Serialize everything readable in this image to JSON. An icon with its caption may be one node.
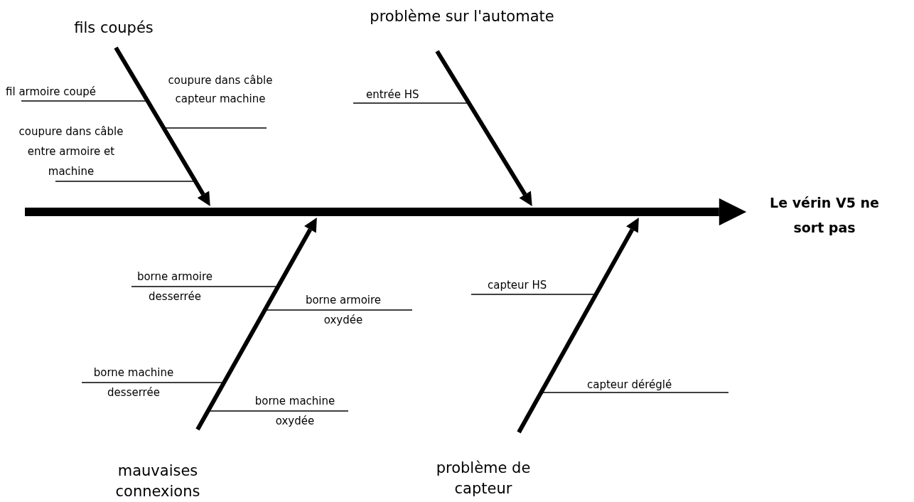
{
  "diagram": {
    "nodes": [
      {
        "text": [
          "Le vérin V5 ne sort pas"
        ]
      },
      {
        "text": [
          "fils coupés"
        ]
      },
      {
        "text": [
          "problème sur l'automate"
        ]
      },
      {
        "text": [
          "mauvaises connexions"
        ]
      },
      {
        "text": [
          "problème de capteur"
        ]
      },
      {
        "text": [
          "fil armoire coupé"
        ]
      },
      {
        "text": [
          "coupure dans câble capteur machine"
        ]
      },
      {
        "text": [
          "coupure dans câble entre armoire et machine"
        ]
      },
      {
        "text": [
          "entrée HS"
        ]
      },
      {
        "text": [
          "borne armoire desserrée"
        ]
      },
      {
        "text": [
          "borne armoire oxydée"
        ]
      },
      {
        "text": [
          "borne machine desserrée"
        ]
      },
      {
        "text": [
          "borne machine oxydée"
        ]
      },
      {
        "text": [
          "capteur HS"
        ]
      },
      {
        "text": [
          "capteur déréglé"
        ]
      }
    ],
    "edges": [
      {
        "from": null,
        "to": 0,
        "arrow": "to",
        "style": "thick"
      },
      {
        "from": 1,
        "to": null,
        "arrow": "to",
        "style": "thick"
      },
      {
        "from": 2,
        "to": null,
        "arrow": "to",
        "style": "thick"
      },
      {
        "from": 3,
        "to": null,
        "arrow": "to",
        "style": "thick"
      },
      {
        "from": 4,
        "to": null,
        "arrow": "to",
        "style": "thick"
      },
      {
        "from": 5,
        "to": null,
        "arrow": "none"
      },
      {
        "from": 6,
        "to": null,
        "arrow": "none"
      },
      {
        "from": 7,
        "to": null,
        "arrow": "none"
      },
      {
        "from": 8,
        "to": null,
        "arrow": "none"
      },
      {
        "from": 9,
        "to": null,
        "arrow": "none"
      },
      {
        "from": 10,
        "to": null,
        "arrow": "none"
      },
      {
        "from": 11,
        "to": null,
        "arrow": "none"
      },
      {
        "from": 12,
        "to": null,
        "arrow": "none"
      },
      {
        "from": 13,
        "to": null,
        "arrow": "none"
      },
      {
        "from": 14,
        "to": null,
        "arrow": "none"
      }
    ]
  }
}
